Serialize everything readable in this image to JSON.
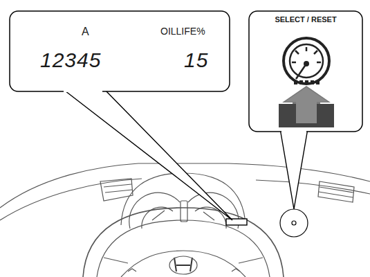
{
  "diagram": {
    "nodes": [
      {
        "text": [
          "A",
          "OILLIFE%",
          "12345",
          "15"
        ]
      },
      {
        "text": [
          "SELECT / RESET"
        ]
      }
    ]
  }
}
